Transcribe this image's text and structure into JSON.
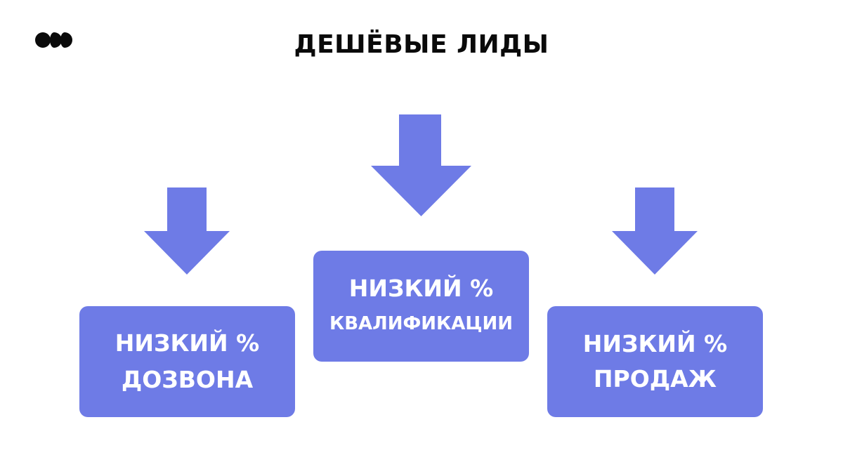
{
  "title": "ДЕШЁВЫЕ ЛИДЫ",
  "logo_icon": "three-dots-logo-icon",
  "colors": {
    "accent": "#6e7be6",
    "title": "#0a0a0a",
    "background": "#ffffff"
  },
  "boxes": [
    {
      "line1": "НИЗКИЙ %",
      "line2": "ДОЗВОНА"
    },
    {
      "line1": "НИЗКИЙ %",
      "line2": "КВАЛИФИКАЦИИ"
    },
    {
      "line1": "НИЗКИЙ %",
      "line2": "ПРОДАЖ"
    }
  ]
}
